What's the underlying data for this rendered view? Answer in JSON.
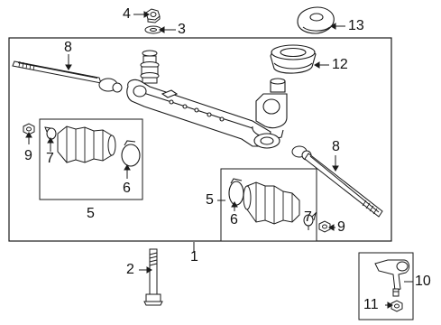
{
  "diagram": {
    "type": "exploded-parts-diagram",
    "subject": "steering gear / rack and pinion assembly",
    "callouts": {
      "c1": "1",
      "c2": "2",
      "c3": "3",
      "c4": "4",
      "c5a": "5",
      "c5b": "5",
      "c6a": "6",
      "c6b": "6",
      "c7a": "7",
      "c7b": "7",
      "c8a": "8",
      "c8b": "8",
      "c9a": "9",
      "c9b": "9",
      "c10": "10",
      "c11": "11",
      "c12": "12",
      "c13": "13"
    },
    "colors": {
      "line": "#1a1a1a",
      "fill": "#ffffff",
      "text": "#111111"
    }
  }
}
